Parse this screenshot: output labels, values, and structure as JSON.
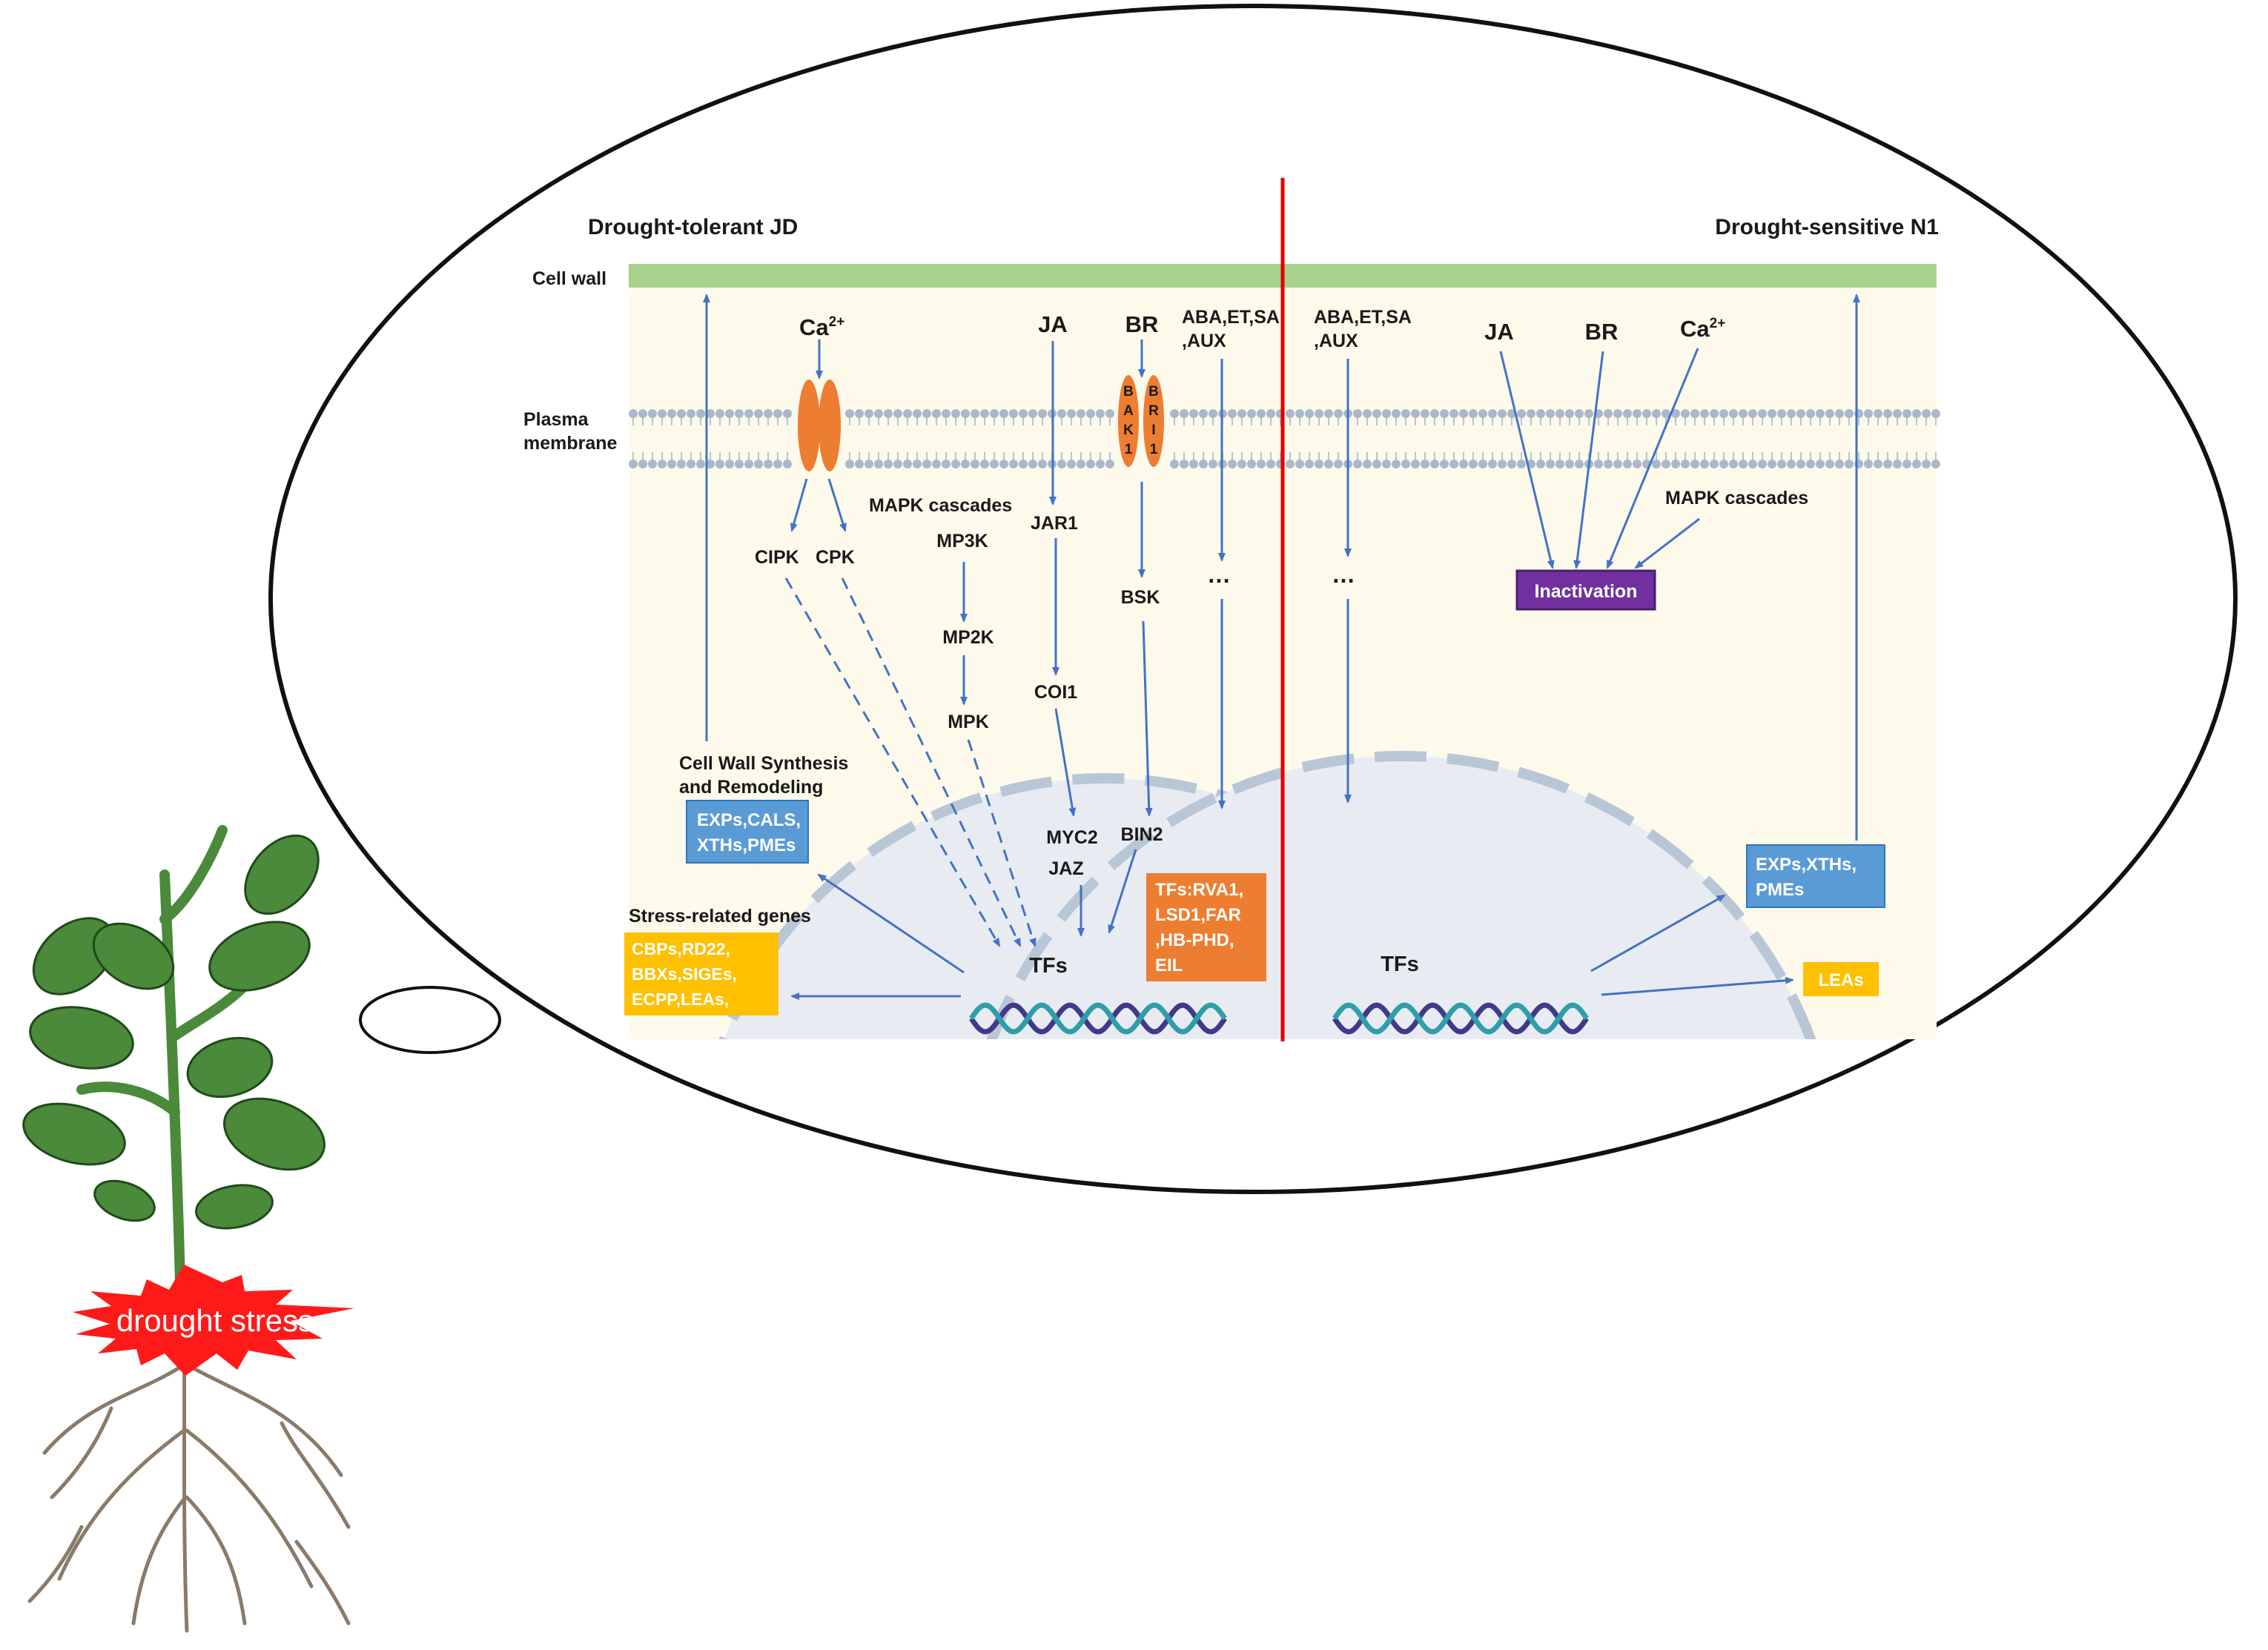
{
  "diagram": {
    "left_title": "Drought-tolerant JD",
    "right_title": "Drought-sensitive N1",
    "cell_wall": "Cell wall",
    "plasma_membrane": [
      "Plasma",
      "membrane"
    ],
    "ca_base": "Ca",
    "ca_sup": "2+",
    "ja": "JA",
    "br": "BR",
    "hormones": [
      "ABA,ET,SA",
      ",AUX"
    ],
    "ellipsis": "…",
    "cipk": "CIPK",
    "cpk": "CPK",
    "mapk_cascades": "MAPK cascades",
    "mp3k": "MP3K",
    "mp2k": "MP2K",
    "mpk": "MPK",
    "jar1": "JAR1",
    "coi1": "COI1",
    "bsk": "BSK",
    "bin2": "BIN2",
    "myc2": "MYC2",
    "jaz": "JAZ",
    "bak1": [
      "B",
      "A",
      "K",
      "1"
    ],
    "bri1": [
      "B",
      "R",
      "I",
      "1"
    ],
    "cell_wall_synth": [
      "Cell Wall Synthesis",
      "and Remodeling"
    ],
    "exps_left": [
      "EXPs,CALS,",
      "XTHs,PMEs"
    ],
    "stress_genes": "Stress-related genes",
    "stress_box": [
      "CBPs,RD22,",
      "BBXs,SIGEs,",
      "ECPP,LEAs,"
    ],
    "tfs": "TFs",
    "tf_box": [
      "TFs:RVA1,",
      "LSD1,FAR",
      ",HB-PHD,",
      "EIL"
    ],
    "inactivation": "Inactivation",
    "exps_right": [
      "EXPs,XTHs,",
      "PMEs"
    ],
    "leas": "LEAs",
    "drought_stress": "drought stress",
    "colors": {
      "cell_wall": "#a9d18e",
      "cytoplasm": "#fdfaeb",
      "nucleus": "#e8ecf2",
      "arrow": "#4472c4",
      "divider": "#e00000",
      "channel": "#ed7d31",
      "blue_box": "#5b9bd5",
      "yellow_box": "#ffc000",
      "orange_box": "#ed7d31",
      "purple_box": "#7030a0",
      "starburst": "#ff1a1a",
      "leaf": "#4a8a3a",
      "root": "#8a7a6a"
    }
  }
}
